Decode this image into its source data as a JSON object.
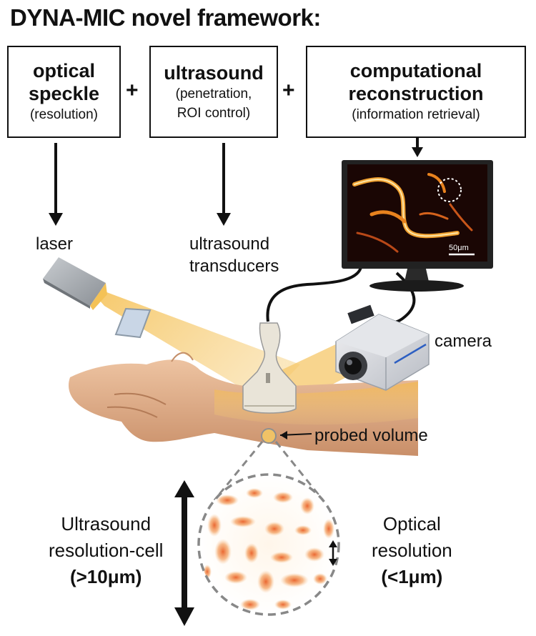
{
  "title": "DYNA-MIC novel framework:",
  "boxes": [
    {
      "line1": "optical",
      "line2": "speckle",
      "note": "(resolution)"
    },
    {
      "line1": "ultrasound",
      "note1": "(penetration,",
      "note2": "ROI control)"
    },
    {
      "line1": "computational",
      "line2": "reconstruction",
      "note": "(information retrieval)"
    }
  ],
  "plus": "+",
  "labels": {
    "laser": "laser",
    "transducer1": "ultrasound",
    "transducer2": "transducers",
    "camera": "camera",
    "probed": "probed volume",
    "scale_bar": "50μm"
  },
  "ultrasound_res": {
    "line1": "Ultrasound",
    "line2": "resolution-cell",
    "line3": "(>10μm)"
  },
  "optical_res": {
    "line1": "Optical",
    "line2": "resolution",
    "line3": "(<1μm)"
  },
  "colors": {
    "laser_beam": "#f2b844",
    "skin": "#e4b48f",
    "vessel": "#f0a030",
    "monitor_bg": "#1a0604"
  },
  "icons": [
    "laser-icon",
    "optic-window-icon",
    "ultrasound-probe-icon",
    "camera-icon",
    "monitor-icon",
    "arm-illustration",
    "speckle-pattern"
  ]
}
